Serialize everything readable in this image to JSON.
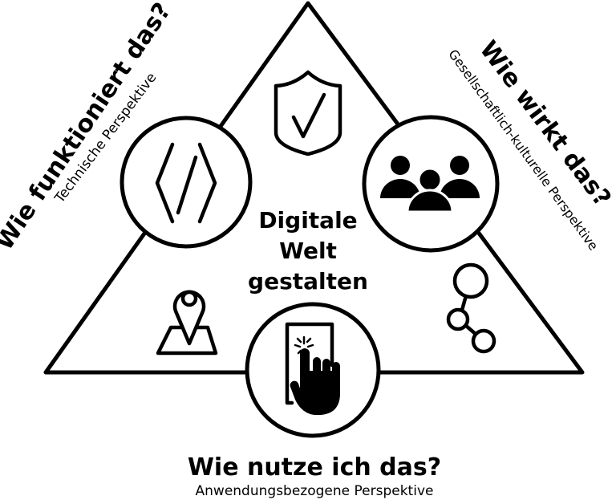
{
  "center": {
    "line1": "Digitale",
    "line2": "Welt",
    "line3": "gestalten"
  },
  "left": {
    "title": "Wie funktioniert das?",
    "subtitle": "Technische Perspektive"
  },
  "right": {
    "title": "Wie wirkt das?",
    "subtitle": "Gesellschaftlich-kulturelle Perspektive"
  },
  "bottom": {
    "title": "Wie nutze ich das?",
    "subtitle": "Anwendungsbezogene Perspektive"
  },
  "icons": [
    "code-icon",
    "shield-check-icon",
    "people-group-icon",
    "map-pin-icon",
    "nodes-network-icon",
    "touch-screen-icon"
  ],
  "colors": {
    "stroke": "#000000",
    "background": "#ffffff"
  }
}
